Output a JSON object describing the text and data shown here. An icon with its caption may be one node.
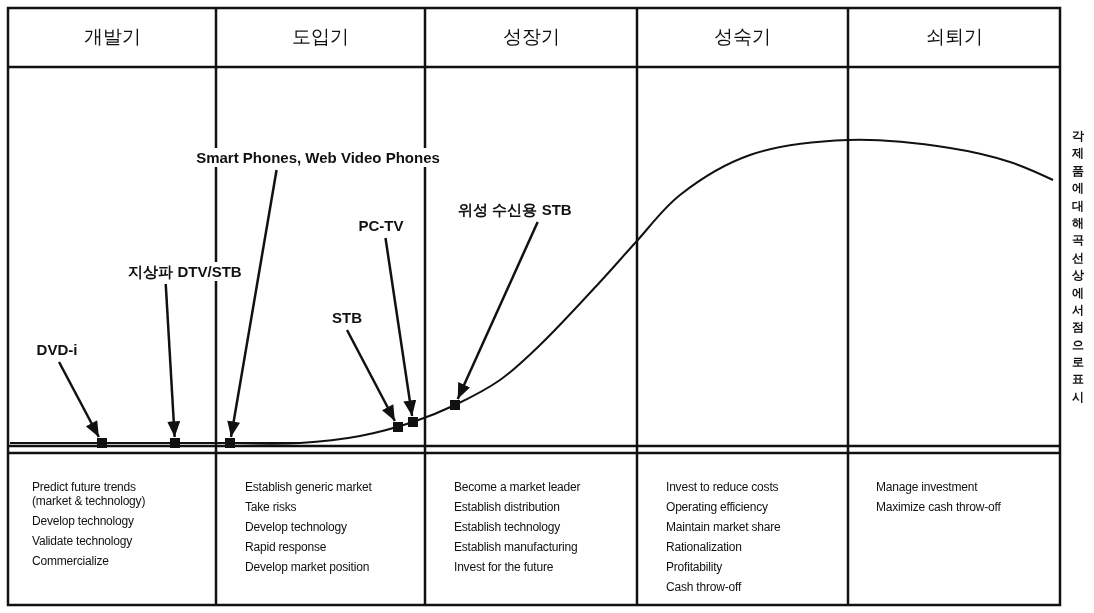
{
  "diagram": {
    "nodes": [
      {
        "text": [
          "DVD-i"
        ]
      },
      {
        "text": [
          "지상파 DTV/STB"
        ]
      },
      {
        "text": [
          "Smart Phones, Web Video Phones"
        ]
      },
      {
        "text": [
          "STB"
        ]
      },
      {
        "text": [
          "PC-TV"
        ]
      },
      {
        "text": [
          "위성 수신용 STB"
        ]
      },
      {
        "text": [],
        "shape": "box"
      },
      {
        "text": [],
        "shape": "box"
      },
      {
        "text": [],
        "shape": "box"
      },
      {
        "text": [],
        "shape": "box"
      },
      {
        "text": [],
        "shape": "box"
      },
      {
        "text": [],
        "shape": "box"
      }
    ],
    "edges": [
      {
        "from": 0,
        "to": 6,
        "arrow": "to"
      },
      {
        "from": 1,
        "to": 7,
        "arrow": "to"
      },
      {
        "from": 2,
        "to": 8,
        "arrow": "to"
      },
      {
        "from": 3,
        "to": 9,
        "arrow": "to"
      },
      {
        "from": 4,
        "to": 10,
        "arrow": "to"
      },
      {
        "from": 5,
        "to": 11,
        "arrow": "to"
      }
    ],
    "labels": [
      "개발기",
      "도입기",
      "성장기",
      "성숙기",
      "쇠퇴기",
      "Predict future trends (market & technology)",
      "Develop technology",
      "Validate technology",
      "Commercialize",
      "Establish generic market",
      "Take risks",
      "Develop technology",
      "Rapid response",
      "Develop market position",
      "Become a market leader",
      "Establish distribution",
      "Establish technology",
      "Establish manufacturing",
      "Invest for the future",
      "Invest to reduce costs",
      "Operating efficiency",
      "Maintain market share",
      "Rationalization",
      "Profitability",
      "Cash throw-off",
      "Manage investment",
      "Maximize cash throw-off",
      "각제품에 대해 곡선상에서 점으로 표시"
    ]
  }
}
